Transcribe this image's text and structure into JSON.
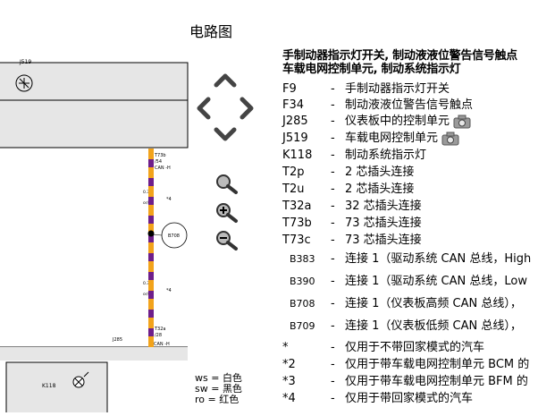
{
  "page": {
    "title": "电路图"
  },
  "diagram": {
    "labels": {
      "j519": "J519",
      "t73b": "T73b",
      "t73b_pin": "/54",
      "can_h_top": "CAN -H",
      "wire1_size": "0.35",
      "wire1_color": "or/vi",
      "mark1": "*4",
      "b708": "B708",
      "wire2_size": "0.35",
      "wire2_color": "or/vi",
      "mark2": "*4",
      "t32a": "T32a",
      "t32a_pin": "/28",
      "j285": "J285",
      "can_h_bot": "CAN -H",
      "k118": "K118"
    }
  },
  "info": {
    "heading_line1": "手制动器指示灯开关, 制动液液位警告信号触点",
    "heading_line2": "车载电网控制单元, 制动系统指示灯",
    "entries": [
      {
        "code": "F9",
        "desc": "手制动器指示灯开关",
        "camera": false
      },
      {
        "code": "F34",
        "desc": "制动液液位警告信号触点",
        "camera": false
      },
      {
        "code": "J285",
        "desc": "仪表板中的控制单元",
        "camera": true
      },
      {
        "code": "J519",
        "desc": "车载电网控制单元",
        "camera": true
      },
      {
        "code": "K118",
        "desc": "制动系统指示灯",
        "camera": false
      },
      {
        "code": "T2p",
        "desc": "2 芯插头连接",
        "camera": false
      },
      {
        "code": "T2u",
        "desc": "2 芯插头连接",
        "camera": false
      },
      {
        "code": "T32a",
        "desc": "32 芯插头连接",
        "camera": false
      },
      {
        "code": "T73b",
        "desc": "73 芯插头连接",
        "camera": false
      },
      {
        "code": "T73c",
        "desc": "73 芯插头连接",
        "camera": false
      },
      {
        "code": "B383",
        "desc": "连接 1（驱动系统 CAN 总线，High",
        "camera": false
      },
      {
        "code": "B390",
        "desc": "连接 1（驱动系统 CAN 总线，Low",
        "camera": false
      },
      {
        "code": "B708",
        "desc": "连接 1（仪表板高频 CAN 总线），",
        "camera": false
      },
      {
        "code": "B709",
        "desc": "连接 1（仪表板低频 CAN 总线），",
        "camera": false
      },
      {
        "code": "*",
        "desc": "仅用于不带回家模式的汽车",
        "camera": false
      },
      {
        "code": "*2",
        "desc": "仅用于带车载电网控制单元 BCM 的",
        "camera": false
      },
      {
        "code": "*3",
        "desc": "仅用于带车载电网控制单元 BFM 的",
        "camera": false
      },
      {
        "code": "*4",
        "desc": "仅用于带回家模式的汽车",
        "camera": false
      }
    ],
    "dash": "-"
  },
  "legend": {
    "items": [
      "ws = 白色",
      "sw = 黑色",
      "ro = 红色"
    ]
  },
  "colors": {
    "wire_orange": "#F2A31B",
    "wire_violet": "#6E1E8A"
  }
}
